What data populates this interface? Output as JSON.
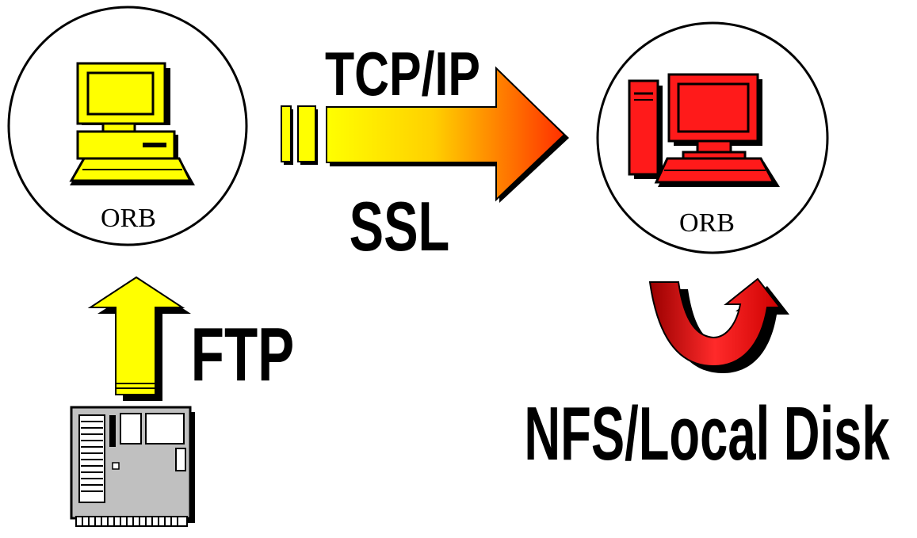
{
  "labels": {
    "left_node": "ORB",
    "right_node": "ORB",
    "protocol_top": "TCP/IP",
    "protocol_bottom": "SSL",
    "upload": "FTP",
    "storage": "NFS/Local Disk"
  },
  "colors": {
    "left_computer": "#ffff00",
    "right_computer": "#ff1a1a",
    "arrow_start": "#ffff00",
    "arrow_end": "#ff3000",
    "curve_arrow": "#dd0000",
    "server": "#c0c0c0",
    "text": "#000000"
  },
  "icons": {
    "left_computer": "desktop-computer-icon",
    "right_computer": "tower-computer-icon",
    "server": "server-board-icon"
  }
}
